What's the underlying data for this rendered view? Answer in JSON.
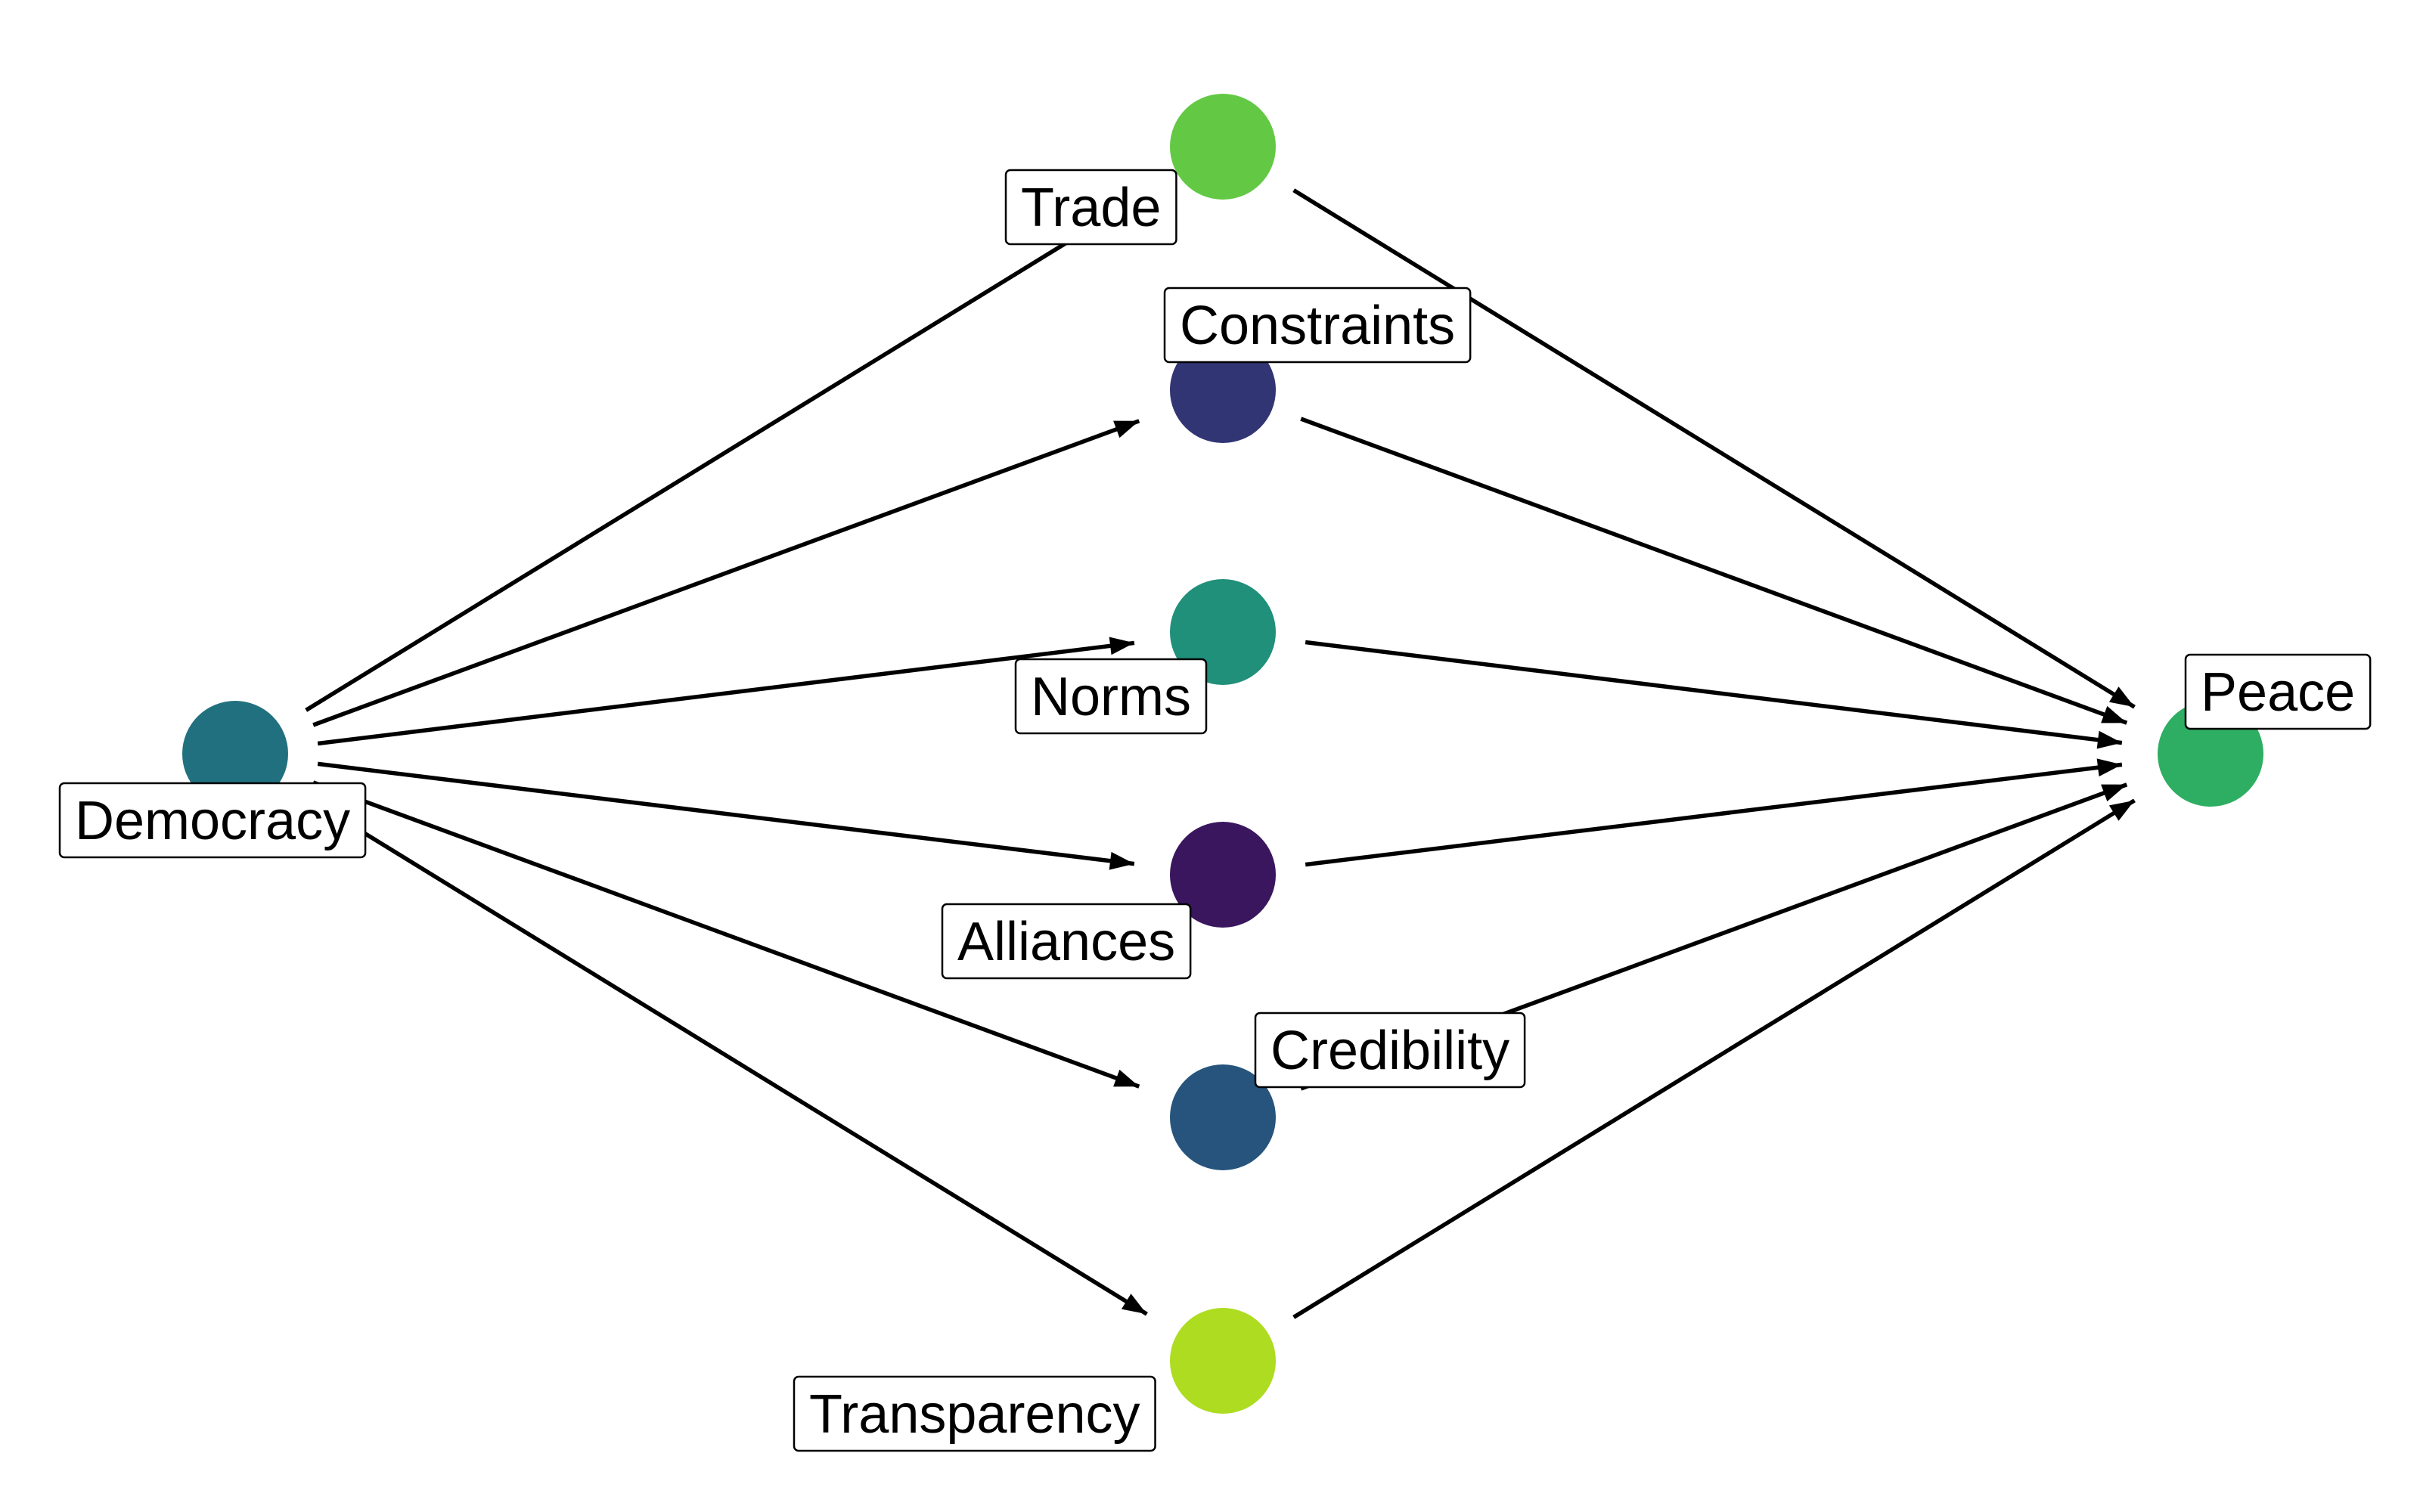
{
  "nodes": [
    {
      "id": "democracy",
      "label": "Democracy",
      "color": "#21707F"
    },
    {
      "id": "trade",
      "label": "Trade",
      "color": "#63C945"
    },
    {
      "id": "constraints",
      "label": "Constraints",
      "color": "#323573"
    },
    {
      "id": "norms",
      "label": "Norms",
      "color": "#20907A"
    },
    {
      "id": "alliances",
      "label": "Alliances",
      "color": "#3A165E"
    },
    {
      "id": "credibility",
      "label": "Credibility",
      "color": "#26547C"
    },
    {
      "id": "transparency",
      "label": "Transparency",
      "color": "#ADDC20"
    },
    {
      "id": "peace",
      "label": "Peace",
      "color": "#2EAE63"
    }
  ],
  "edges": [
    {
      "from": "democracy",
      "to": "trade",
      "arrow": false
    },
    {
      "from": "democracy",
      "to": "constraints",
      "arrow": true
    },
    {
      "from": "democracy",
      "to": "norms",
      "arrow": true
    },
    {
      "from": "democracy",
      "to": "alliances",
      "arrow": true
    },
    {
      "from": "democracy",
      "to": "credibility",
      "arrow": true
    },
    {
      "from": "democracy",
      "to": "transparency",
      "arrow": true
    },
    {
      "from": "trade",
      "to": "peace",
      "arrow": true
    },
    {
      "from": "constraints",
      "to": "peace",
      "arrow": true
    },
    {
      "from": "norms",
      "to": "peace",
      "arrow": true
    },
    {
      "from": "alliances",
      "to": "peace",
      "arrow": true
    },
    {
      "from": "credibility",
      "to": "peace",
      "arrow": true
    },
    {
      "from": "transparency",
      "to": "peace",
      "arrow": true
    }
  ]
}
